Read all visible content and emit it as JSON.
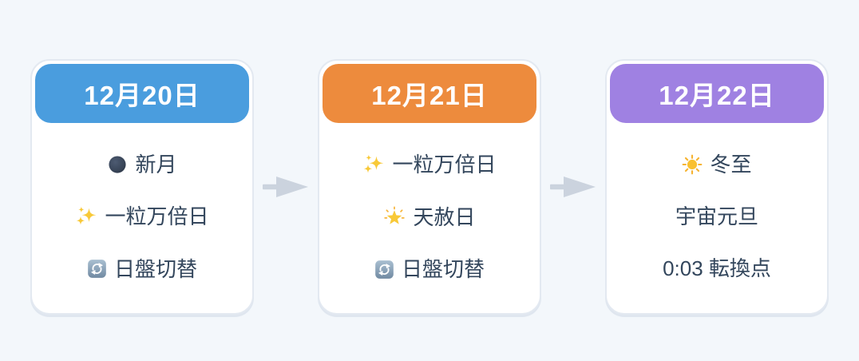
{
  "page": {
    "background": "#f3f7fb",
    "text_color": "#33465c",
    "card_border_color": "#e3e9f1"
  },
  "arrow": {
    "color": "#cbd3de",
    "icon_name": "arrow-right-icon"
  },
  "cards": [
    {
      "date": "12月20日",
      "header_color": "#4a9dde",
      "items": [
        {
          "icon": "🌑",
          "icon_name": "new-moon-icon",
          "label": "新月"
        },
        {
          "icon": "✨",
          "icon_name": "sparkles-icon",
          "label": "一粒万倍日"
        },
        {
          "icon": "🔄",
          "icon_name": "cycle-icon",
          "label": "日盤切替"
        }
      ]
    },
    {
      "date": "12月21日",
      "header_color": "#ed8b3d",
      "items": [
        {
          "icon": "✨",
          "icon_name": "sparkles-icon",
          "label": "一粒万倍日"
        },
        {
          "icon": "🌟",
          "icon_name": "glowing-star-icon",
          "label": "天赦日"
        },
        {
          "icon": "🔄",
          "icon_name": "cycle-icon",
          "label": "日盤切替"
        }
      ]
    },
    {
      "date": "12月22日",
      "header_color": "#9f81e2",
      "items": [
        {
          "icon": "☀️",
          "icon_name": "sun-icon",
          "label": "冬至"
        },
        {
          "label": "宇宙元旦"
        },
        {
          "label": "0:03 転換点"
        }
      ]
    }
  ]
}
